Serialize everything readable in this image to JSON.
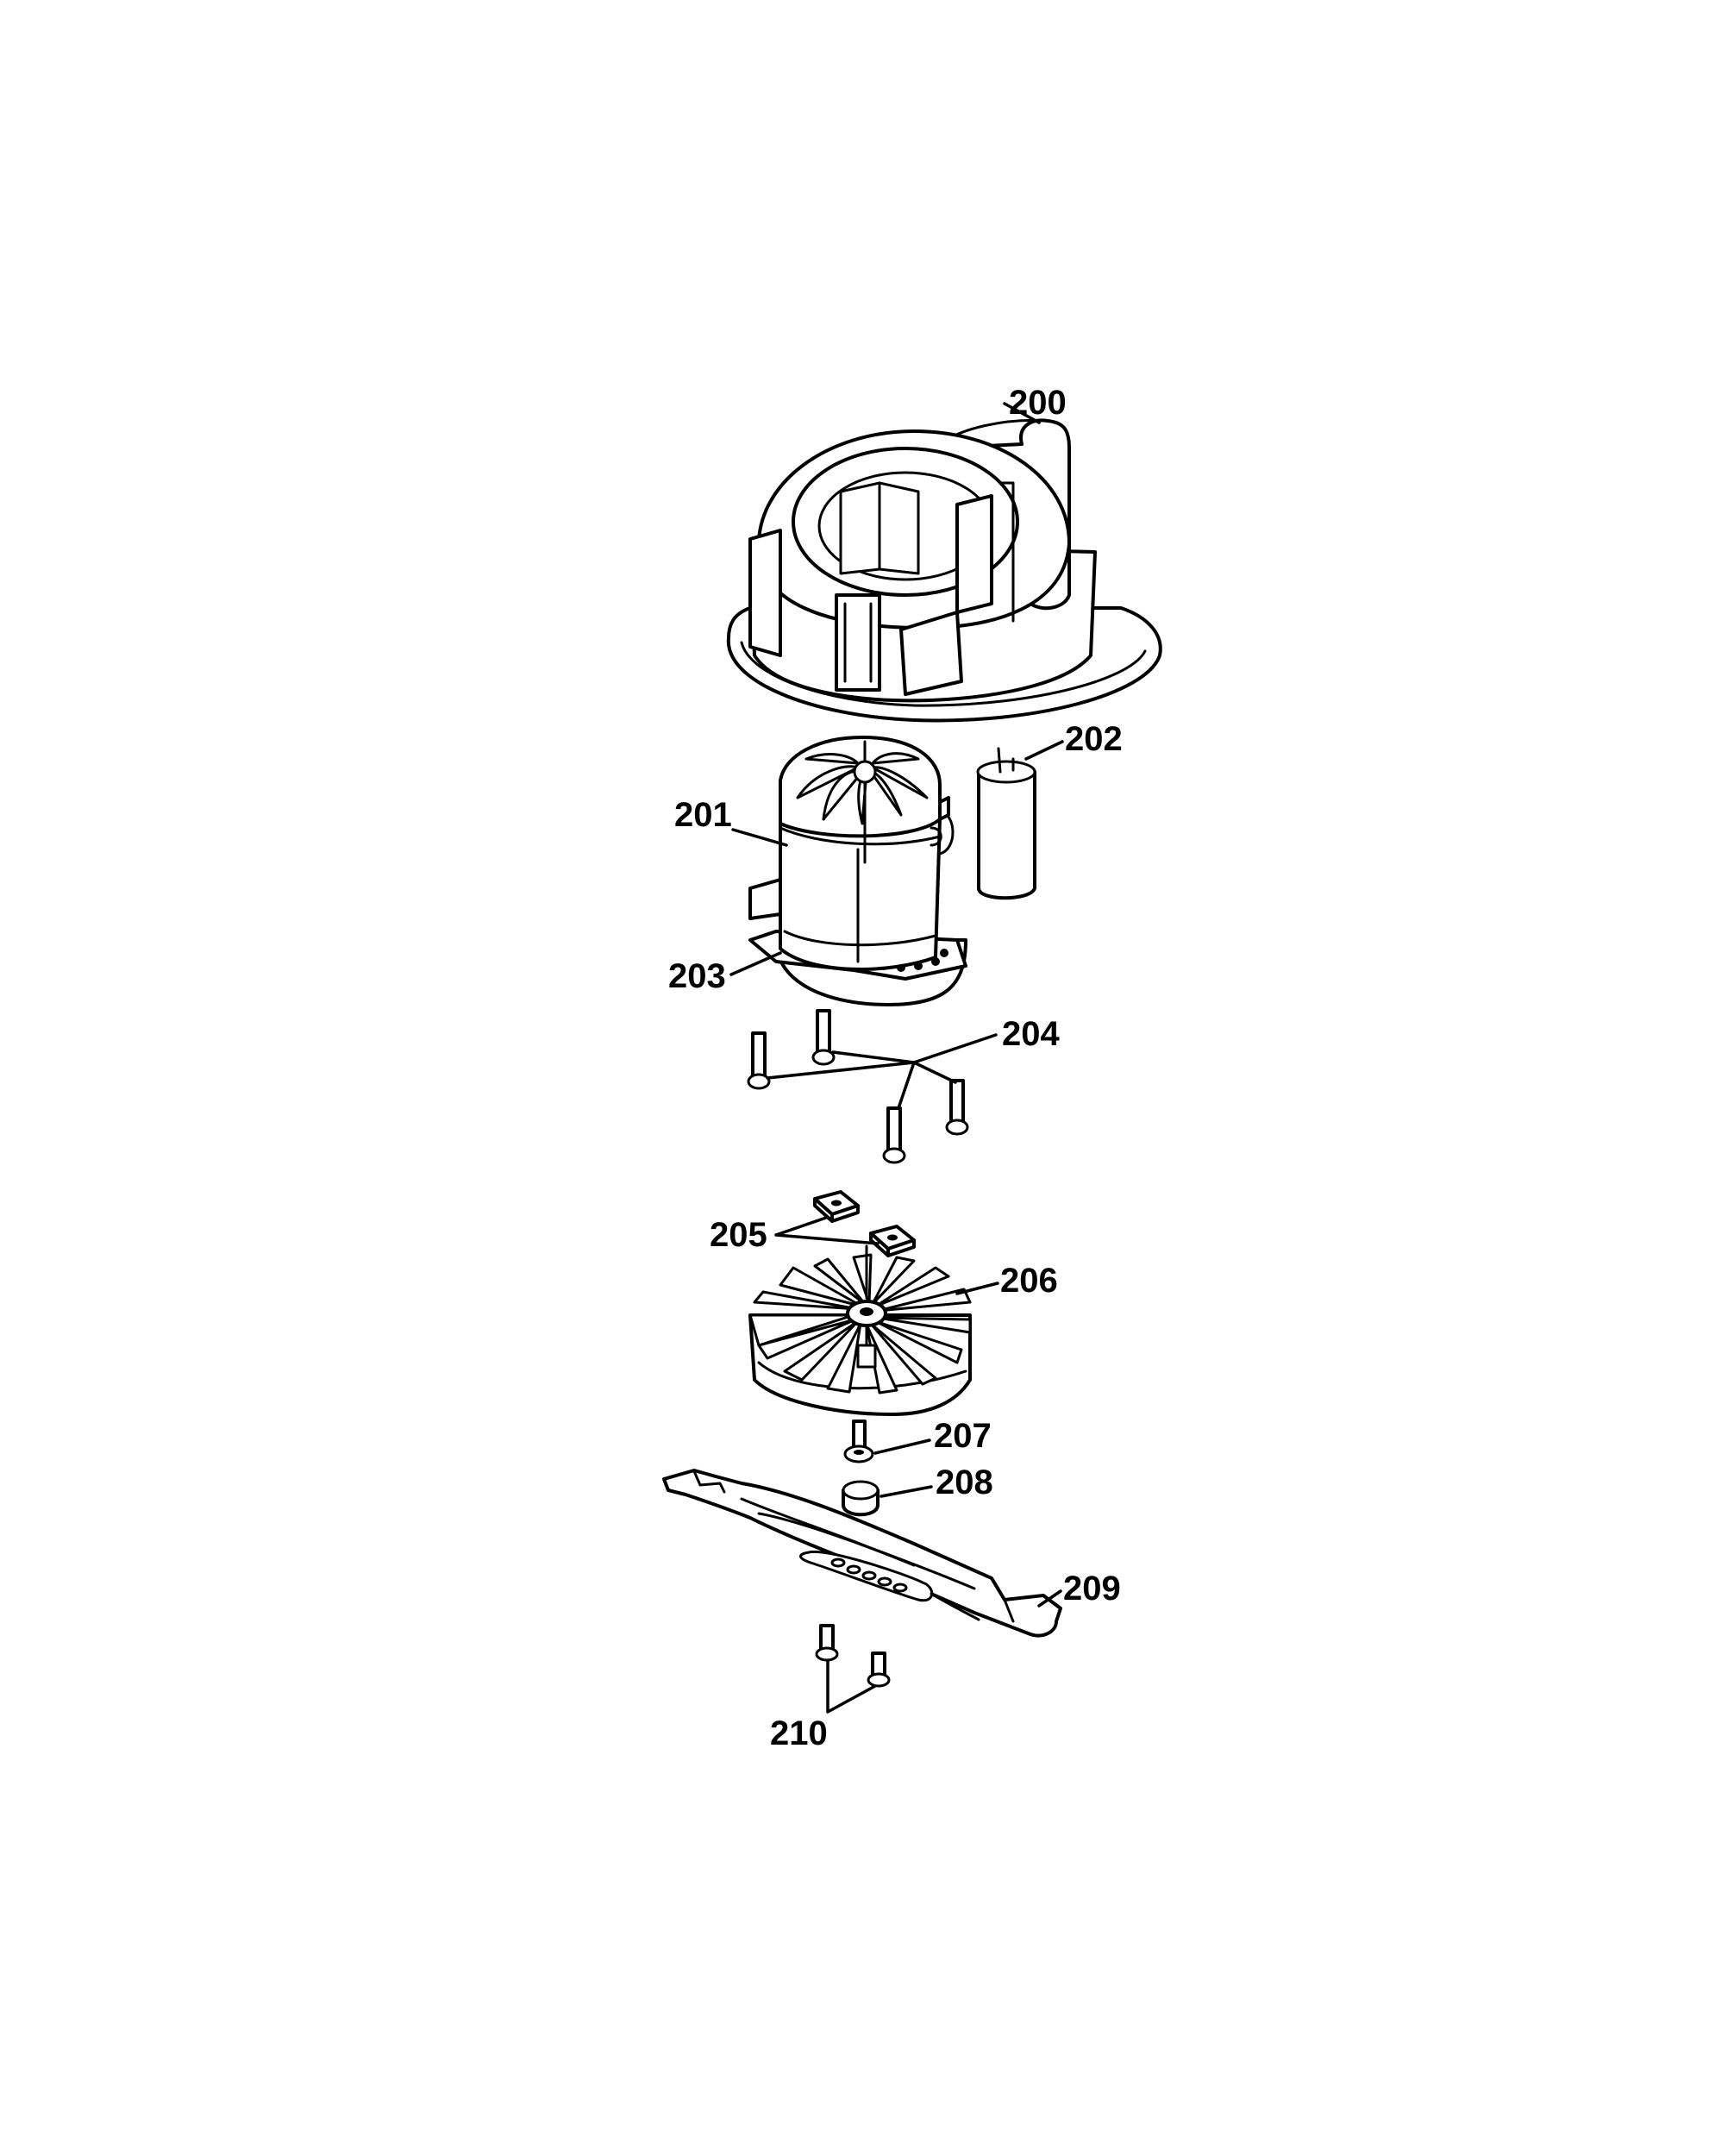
{
  "diagram": {
    "labels": {
      "p200": "200",
      "p201": "201",
      "p202": "202",
      "p203": "203",
      "p204": "204",
      "p205": "205",
      "p206": "206",
      "p207": "207",
      "p208": "208",
      "p209": "209",
      "p210": "210"
    },
    "colors": {
      "line": "#000000",
      "background": "#ffffff"
    }
  }
}
